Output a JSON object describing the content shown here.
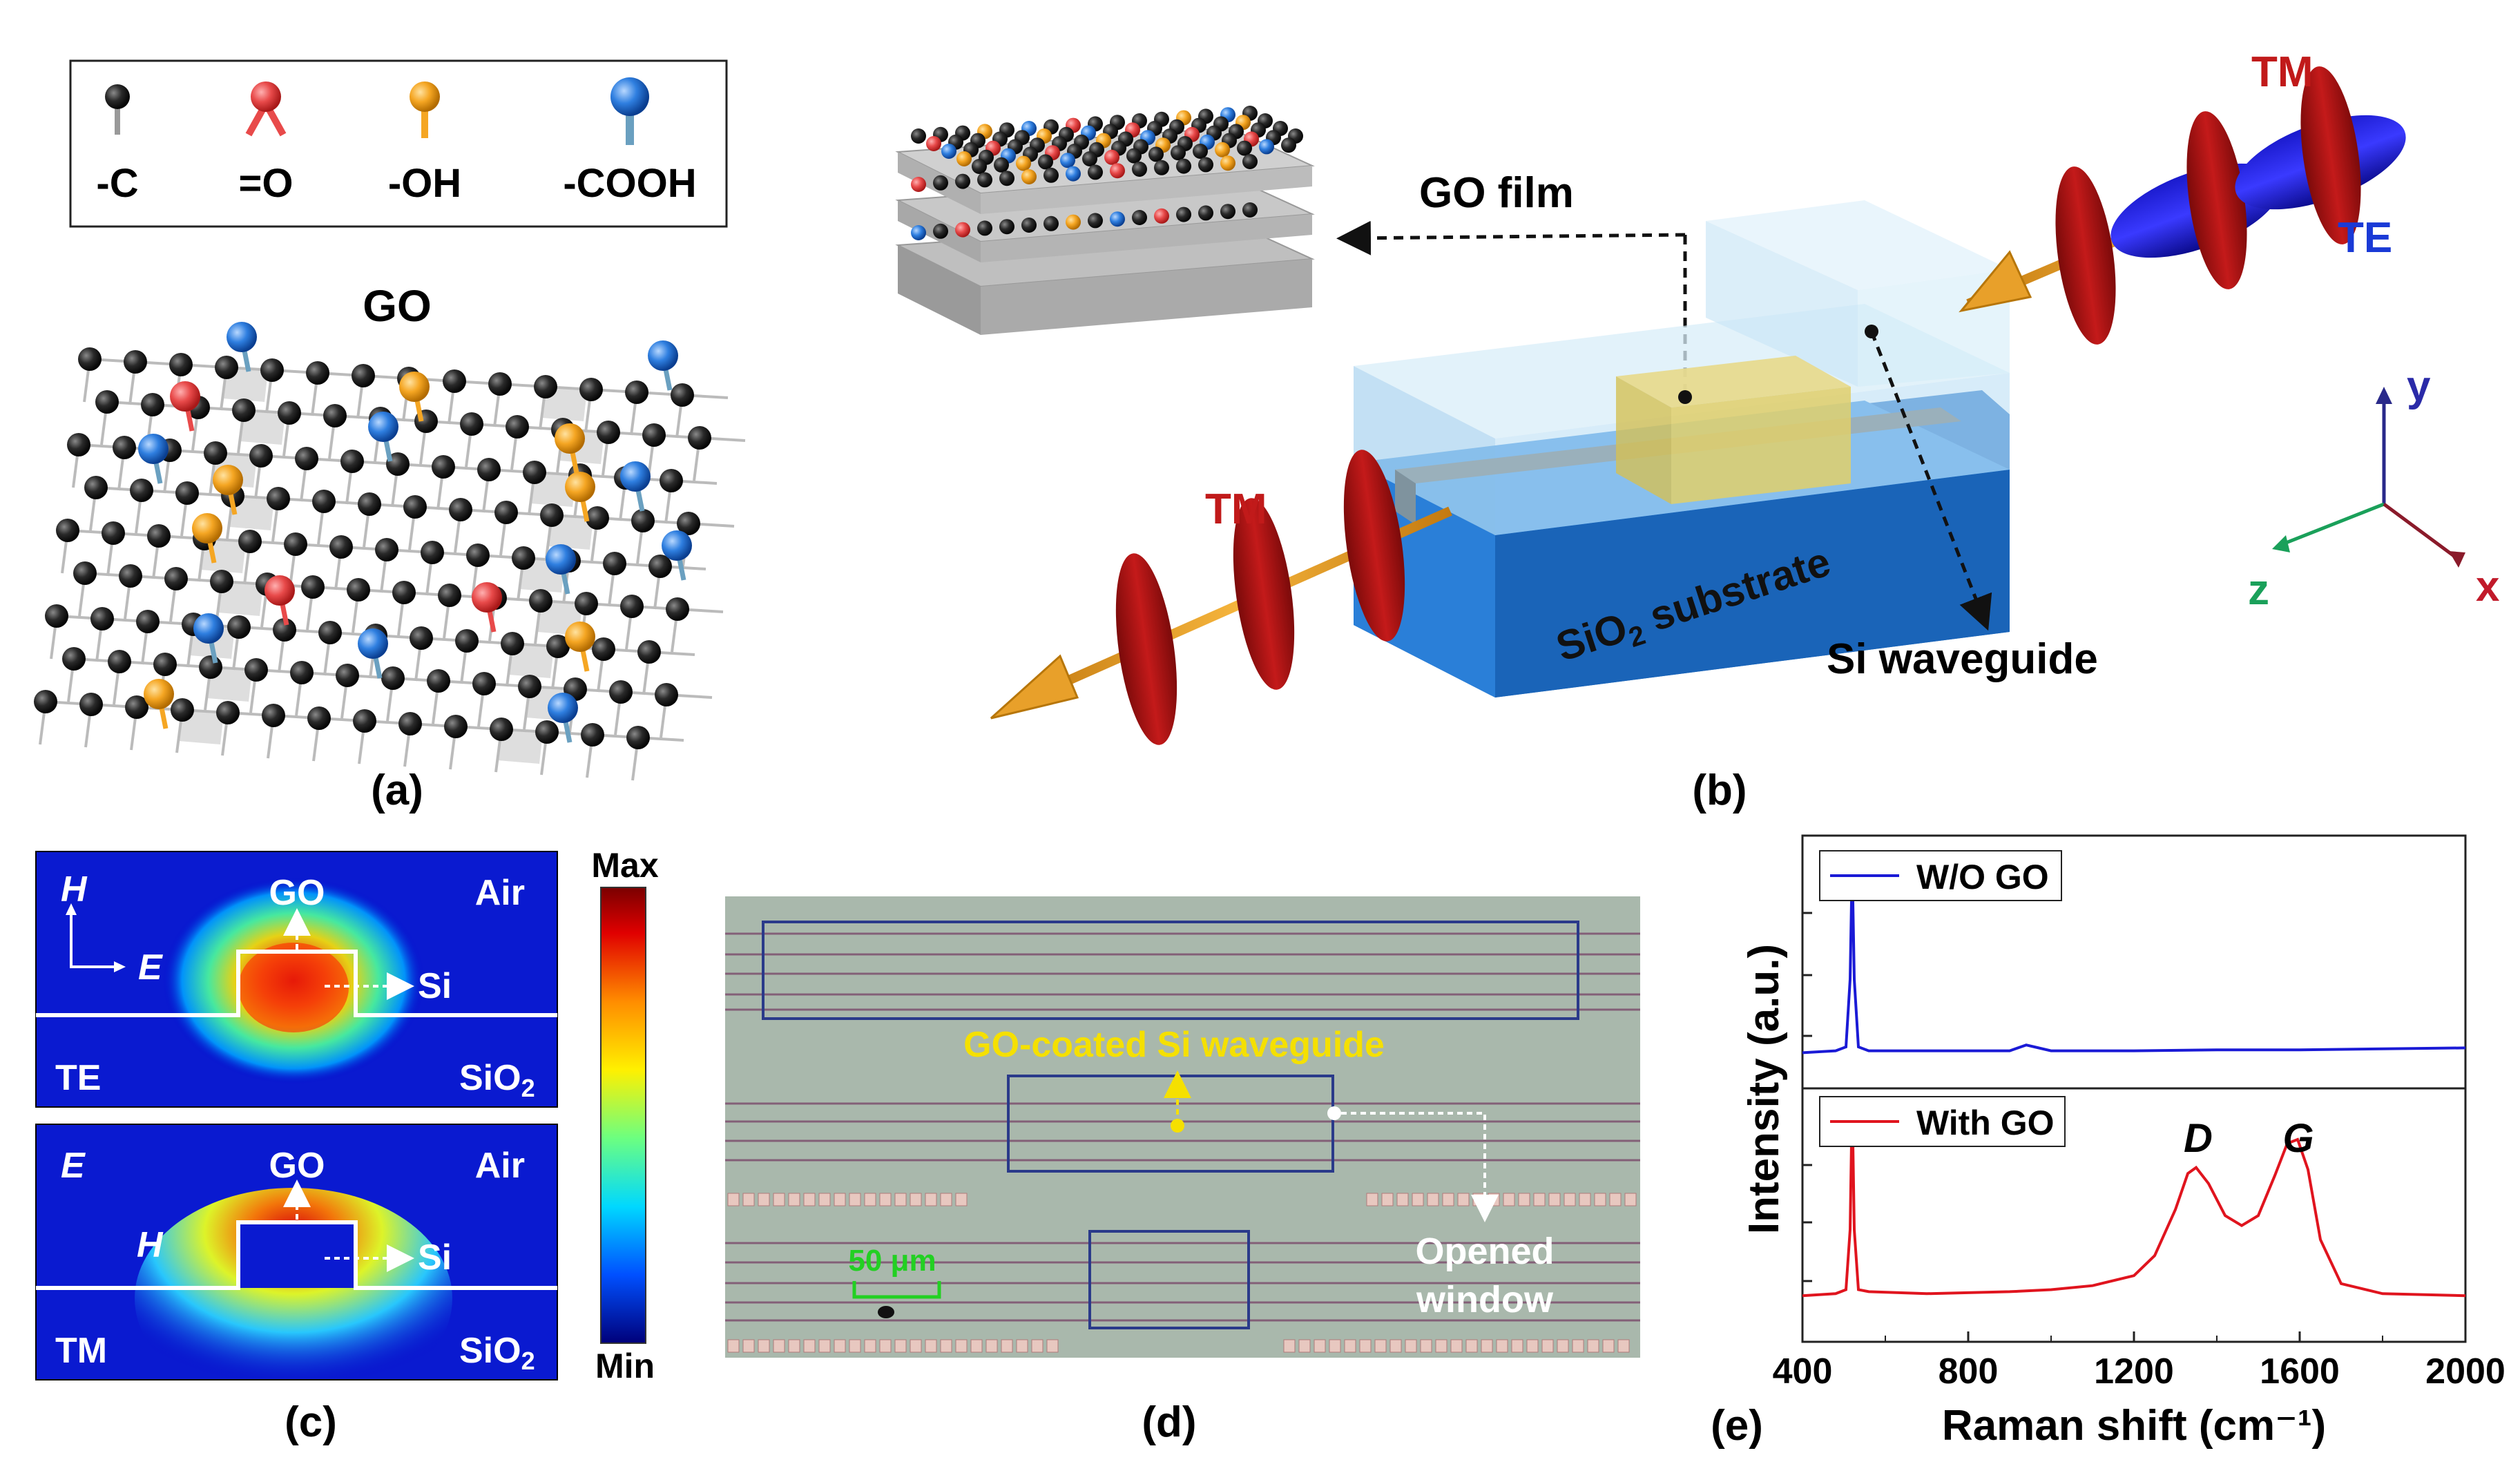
{
  "panel_a": {
    "legend": [
      {
        "label": "-C",
        "color": "#1a1a1a"
      },
      {
        "label": "=O",
        "color": "#e84a4a"
      },
      {
        "label": "-OH",
        "color": "#f5a623"
      },
      {
        "label": "-COOH",
        "color": "#2f7fe0"
      }
    ],
    "title": "GO",
    "caption": "(a)"
  },
  "panel_b": {
    "go_film_label": "GO film",
    "substrate_label_main": "SiO",
    "substrate_label_sub": "2",
    "substrate_label_rest": " substrate",
    "waveguide_label": "Si waveguide",
    "tm_in": "TM",
    "tm_out": "TM",
    "te_out": "TE",
    "axes": {
      "x": "x",
      "y": "y",
      "z": "z"
    },
    "caption": "(b)"
  },
  "panel_c": {
    "top": {
      "h": "H",
      "e": "E",
      "go": "GO",
      "air": "Air",
      "si": "Si",
      "mode": "TE",
      "sio2_main": "SiO",
      "sio2_sub": "2"
    },
    "bottom": {
      "e": "E",
      "h": "H",
      "go": "GO",
      "air": "Air",
      "si": "Si",
      "mode": "TM",
      "sio2_main": "SiO",
      "sio2_sub": "2"
    },
    "colorbar_max": "Max",
    "colorbar_min": "Min",
    "caption": "(c)"
  },
  "panel_d": {
    "waveguide_label": "GO-coated Si waveguide",
    "scale_bar": "50 μm",
    "window_label_1": "Opened",
    "window_label_2": "window",
    "caption": "(d)"
  },
  "panel_e": {
    "caption": "(e)",
    "colors": {
      "wo_go": "#1a1ad6",
      "with_go": "#e0141e"
    }
  },
  "chart_data": {
    "type": "line",
    "xlabel": "Raman shift (cm⁻¹)",
    "ylabel": "Intensity (a.u.)",
    "xlim": [
      400,
      2000
    ],
    "xticks": [
      "400",
      "800",
      "1200",
      "1600",
      "2000"
    ],
    "subplots": [
      {
        "series": [
          {
            "name": "W/O GO",
            "color": "#1a1ad6",
            "x": [
              400,
              480,
              505,
              515,
              520,
              525,
              535,
              560,
              700,
              900,
              940,
              960,
              1000,
              1200,
              1400,
              1600,
              1800,
              2000
            ],
            "y": [
              0.02,
              0.03,
              0.05,
              0.4,
              1.0,
              0.4,
              0.05,
              0.03,
              0.03,
              0.03,
              0.06,
              0.05,
              0.03,
              0.03,
              0.035,
              0.035,
              0.04,
              0.045
            ]
          }
        ],
        "annotations": []
      },
      {
        "series": [
          {
            "name": "With GO",
            "color": "#e0141e",
            "x": [
              400,
              480,
              505,
              515,
              520,
              525,
              535,
              560,
              700,
              900,
              1000,
              1100,
              1200,
              1250,
              1300,
              1330,
              1350,
              1380,
              1420,
              1460,
              1500,
              1540,
              1570,
              1595,
              1620,
              1650,
              1700,
              1800,
              2000
            ],
            "y": [
              0.02,
              0.03,
              0.05,
              0.35,
              1.0,
              0.35,
              0.05,
              0.04,
              0.03,
              0.04,
              0.05,
              0.07,
              0.12,
              0.22,
              0.45,
              0.63,
              0.66,
              0.58,
              0.42,
              0.37,
              0.42,
              0.62,
              0.78,
              0.8,
              0.65,
              0.3,
              0.08,
              0.03,
              0.02
            ]
          }
        ],
        "annotations": [
          {
            "text": "D",
            "x": 1350
          },
          {
            "text": "G",
            "x": 1595
          }
        ]
      }
    ]
  }
}
